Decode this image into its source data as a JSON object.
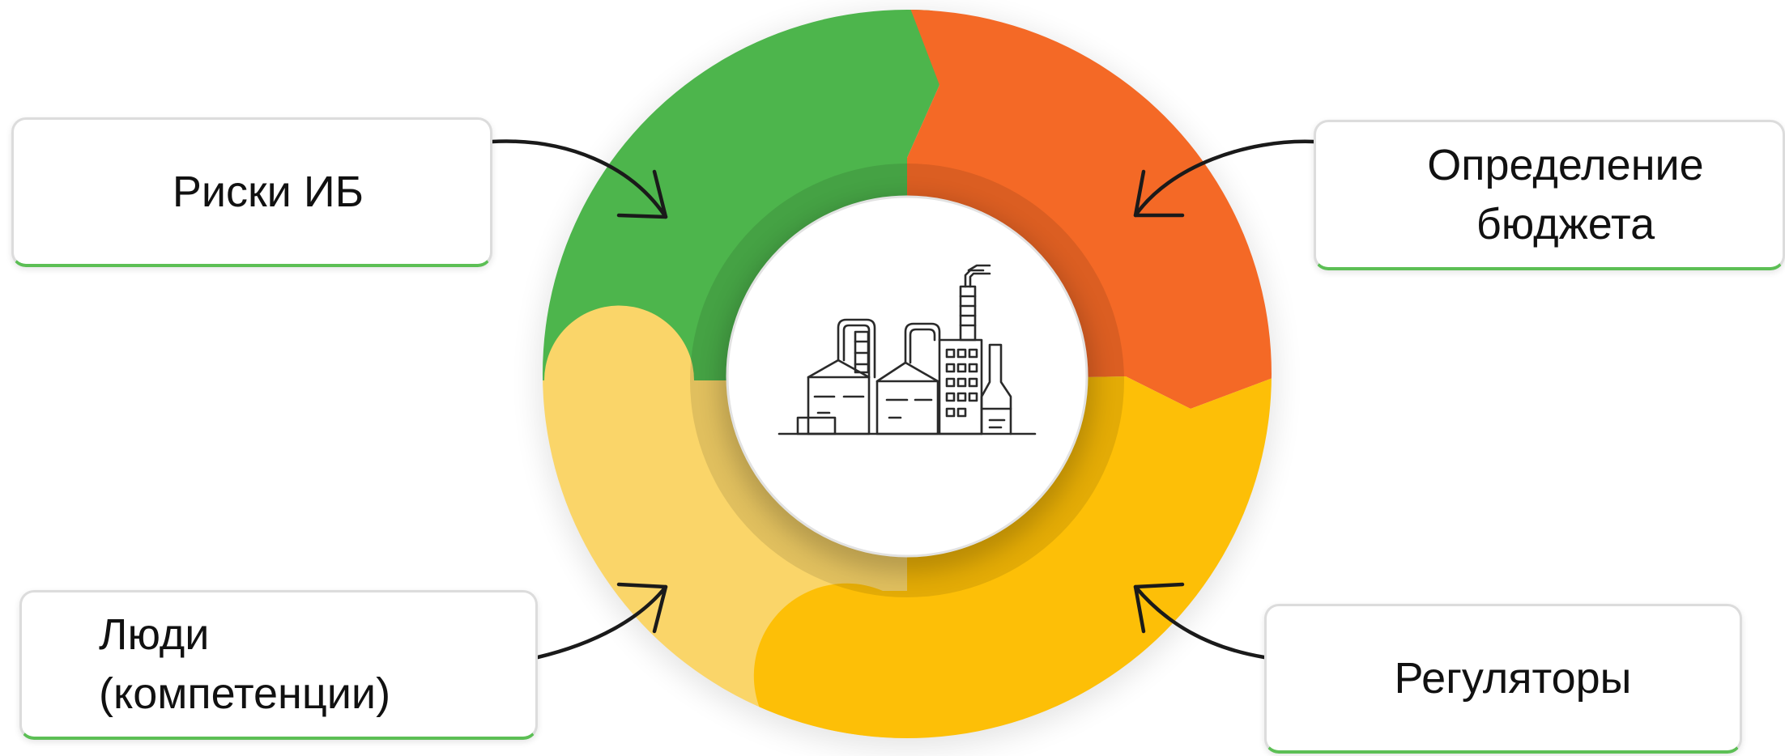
{
  "cards": {
    "risks": "Риски ИБ",
    "budget": "Определение\nбюджета",
    "people": "Люди\n(компетенции)",
    "regulators": "Регуляторы"
  },
  "colors": {
    "green": "#4db54c",
    "orange": "#f46926",
    "yellow": "#fdbf07",
    "light_yellow": "#fad569",
    "card_accent": "#5cbf55",
    "card_border": "#dcdcdc",
    "arrow": "#1a1a1a"
  },
  "icons": {
    "center": "factory-icon"
  }
}
